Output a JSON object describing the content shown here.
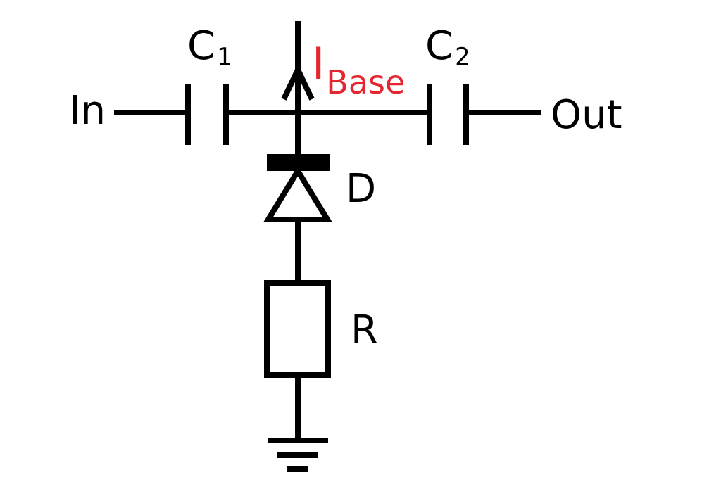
{
  "labels": {
    "input": "In",
    "output": "Out",
    "capacitor1": {
      "base": "C",
      "sub": "1"
    },
    "capacitor2": {
      "base": "C",
      "sub": "2"
    },
    "diode": "D",
    "resistor": "R",
    "current": {
      "base": "I",
      "sub": "Base"
    }
  },
  "colors": {
    "wire": "#000000",
    "current_label": "#e3262f",
    "background": "#ffffff"
  }
}
